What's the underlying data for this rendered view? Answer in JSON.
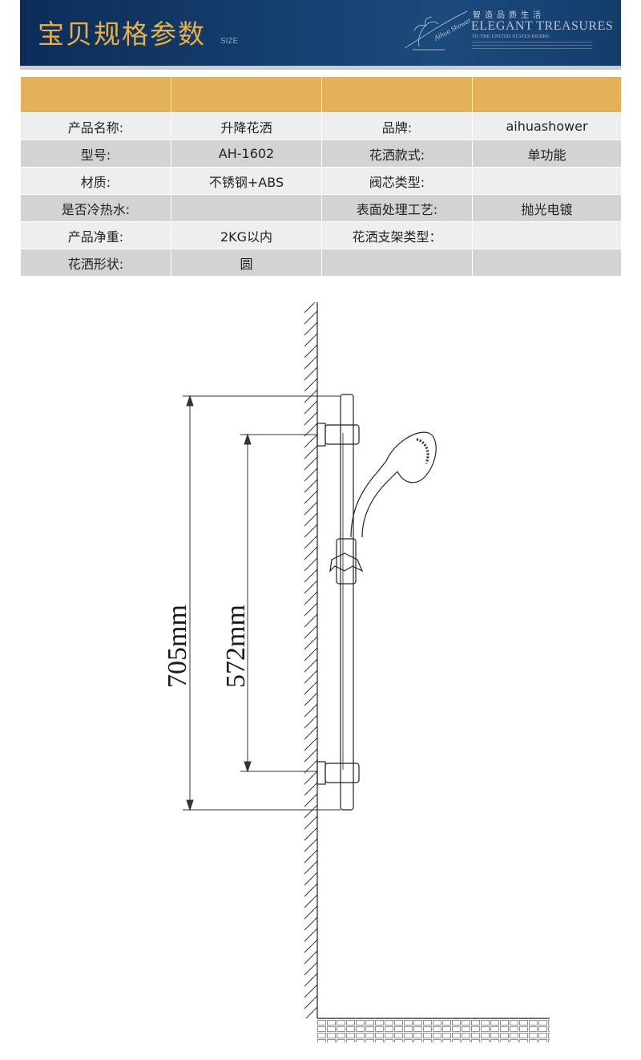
{
  "header": {
    "title": "宝贝规格参数",
    "subtitle": "SIZE",
    "slogan": "智造品质生活",
    "brand_main": "ELEGANT TREASURES",
    "brand_sub": "TO THE UNITED STATES PIERRE",
    "logo_script": "Aihua Shower"
  },
  "specs": {
    "rows": [
      [
        "产品名称:",
        "升降花洒",
        "品牌:",
        "aihuashower"
      ],
      [
        "型号:",
        "AH-1602",
        "花洒款式:",
        "单功能"
      ],
      [
        "材质:",
        "不锈钢+ABS",
        "阀芯类型:",
        ""
      ],
      [
        "是否冷热水:",
        "",
        "表面处理工艺:",
        "抛光电镀"
      ],
      [
        "产品净重:",
        "2KG以内",
        "花洒支架类型：",
        ""
      ],
      [
        "花洒形状:",
        "圆",
        "",
        ""
      ]
    ]
  },
  "drawing": {
    "outer_dimension": "705mm",
    "inner_dimension": "572mm"
  },
  "colors": {
    "banner": "#15406f",
    "title_gold": "#e9b04a",
    "table_header": "#e5b05a",
    "row_light": "#eeeeee",
    "row_dark": "#d3d3d3"
  }
}
